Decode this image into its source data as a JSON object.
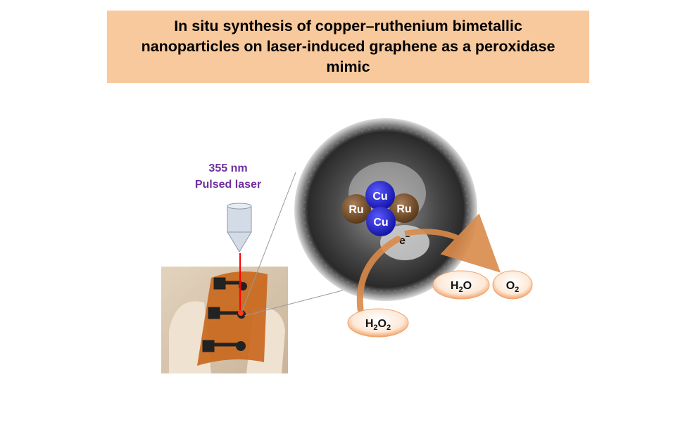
{
  "title": "In situ synthesis of copper–ruthenium bimetallic nanoparticles on laser-induced graphene as a peroxidase mimic",
  "laser": {
    "line1": "355 nm",
    "line2": "Pulsed laser"
  },
  "atoms": {
    "cu": "Cu",
    "ru": "Ru"
  },
  "electron": {
    "base": "e",
    "sup": "−"
  },
  "products": {
    "h2o": {
      "a": "H",
      "sub": "2",
      "b": "O"
    },
    "o2": {
      "a": "O",
      "sub": "2"
    },
    "h2o2": {
      "a": "H",
      "sub1": "2",
      "b": "O",
      "sub2": "2"
    }
  },
  "colors": {
    "title_bg": "#f8c99c",
    "laser_text": "#7030a0",
    "cu": "#2b2bd6",
    "ru": "#7a5230",
    "arrow": "#d98a4a"
  }
}
